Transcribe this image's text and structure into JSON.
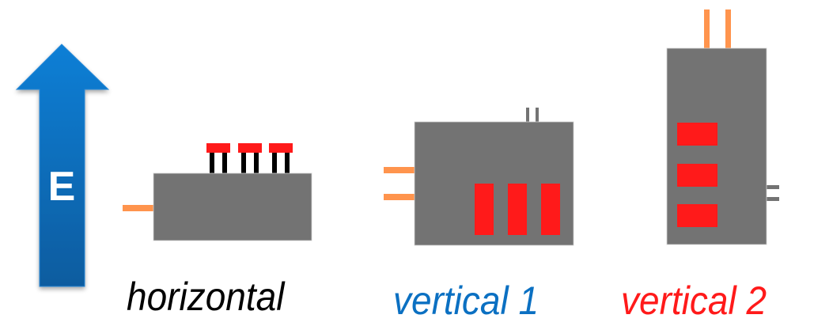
{
  "arrow": {
    "label": "E",
    "color_top": "#0a7ad0",
    "color_bottom": "#0b5fa6",
    "text_color": "#ffffff"
  },
  "colors": {
    "body": "#737373",
    "pad": "#ff1a1a",
    "orange_lead": "#ff944d",
    "black_leg": "#000000",
    "gray_pin": "#737373"
  },
  "labels": {
    "horizontal": {
      "text": "horizontal",
      "color": "#000000"
    },
    "vertical1": {
      "text": "vertical 1",
      "color": "#0b70c2"
    },
    "vertical2": {
      "text": "vertical 2",
      "color": "#ff1a1a"
    }
  }
}
